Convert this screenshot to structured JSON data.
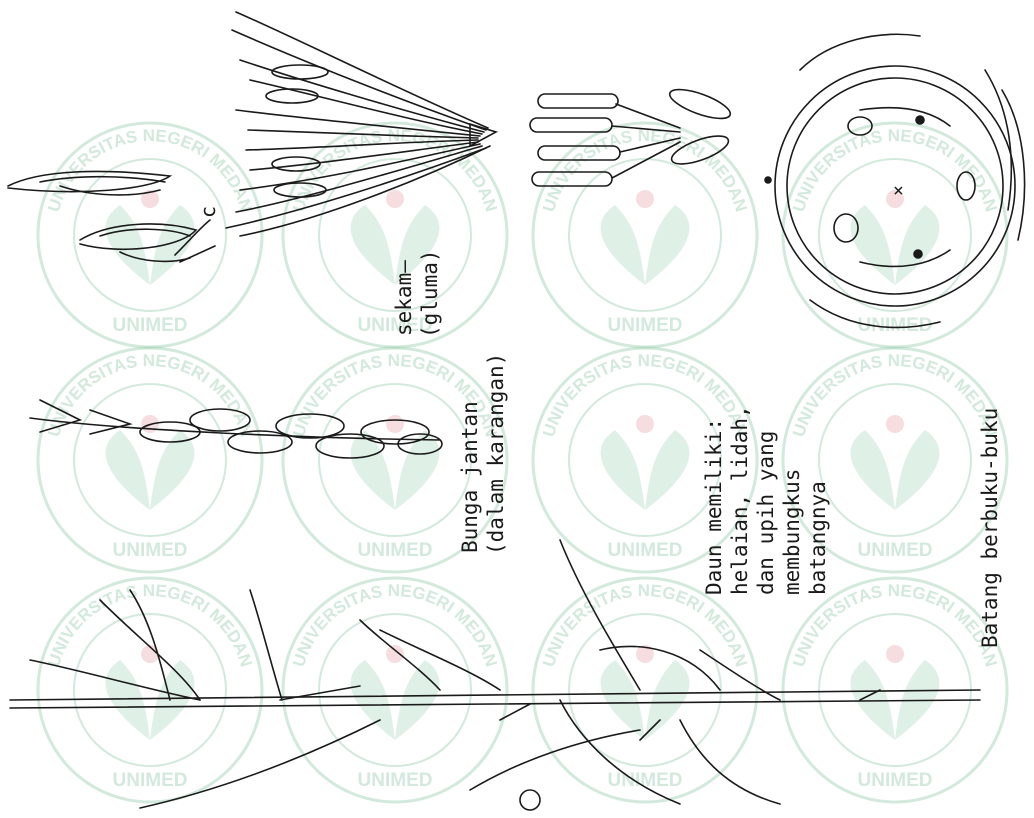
{
  "labels": {
    "sekam": "sekam—",
    "gluma": "(gluma)",
    "bunga_line1": "Bunga jantan",
    "bunga_line2": "(dalam karangan)",
    "daun_line1": "Daun memiliki:",
    "daun_line2": "helaian, lidah,",
    "daun_line3": "dan upih yang",
    "daun_line4": "membungkus",
    "daun_line5": "batangnya",
    "batang": "Batang berbuku-buku",
    "letter_c": "c",
    "mark_x": "×"
  },
  "watermark": {
    "top_text": "UNIVERSITAS NEGERI MEDAN",
    "bottom_text": "UNIMED",
    "color": "#7fc39a",
    "accent": "#e8a0a8"
  },
  "colors": {
    "ink": "#1a1a1a",
    "paper": "#ffffff"
  }
}
